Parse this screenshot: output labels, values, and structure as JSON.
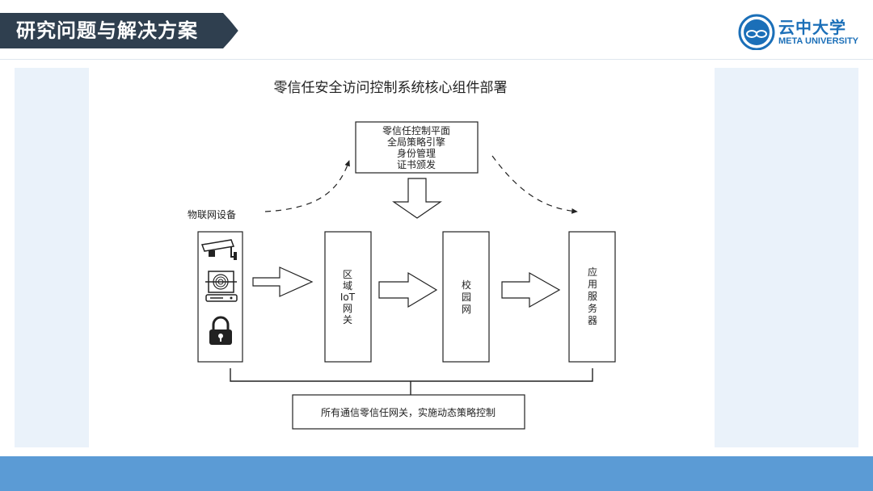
{
  "header": {
    "title": "研究问题与解决方案"
  },
  "logo": {
    "name": "云中大学",
    "subtitle": "META UNIVERSITY"
  },
  "diagram": {
    "title": "零信任安全访问控制系统核心组件部署",
    "control_plane": [
      "零信任控制平面",
      "全局策略引擎",
      "身份管理",
      "证书颁发"
    ],
    "iot_label": "物联网设备",
    "gateway": [
      "区",
      "域",
      "IoT",
      "网",
      "关"
    ],
    "campus": [
      "校",
      "园",
      "网"
    ],
    "server": [
      "应",
      "用",
      "服",
      "务",
      "器"
    ],
    "bottom_note": "所有通信零信任网关，实施动态策略控制"
  },
  "colors": {
    "header_bg": "#2f3f4f",
    "accent": "#5b9bd5",
    "logo": "#1b6fb8",
    "panel": "#eaf2fa"
  }
}
